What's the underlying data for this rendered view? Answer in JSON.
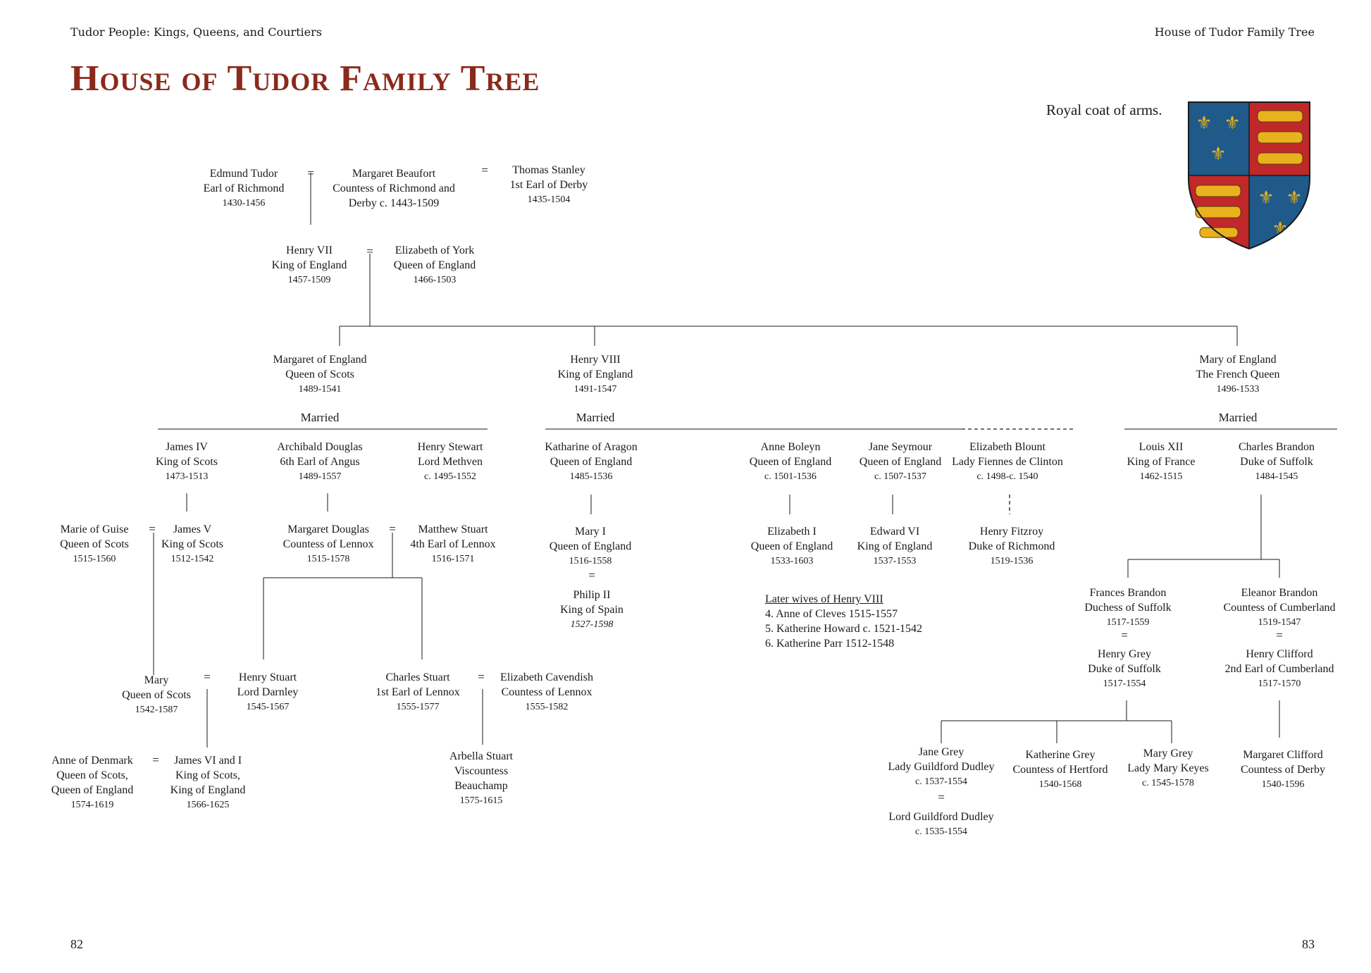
{
  "header": {
    "left": "Tudor People: Kings, Queens, and Courtiers",
    "right": "House of Tudor Family Tree"
  },
  "title": "House of Tudor Family Tree",
  "coat_of_arms": {
    "label": "Royal coat of arms.",
    "icon": "royal-coat-of-arms-icon",
    "colors": {
      "blue": "#1f5a8a",
      "red": "#c0282a",
      "gold": "#e8b21e"
    }
  },
  "page_numbers": {
    "left": "82",
    "right": "83"
  },
  "married_label": "Married",
  "marriage_symbol": "=",
  "people": {
    "edmund_tudor": [
      "Edmund Tudor",
      "Earl of Richmond",
      "1430-1456"
    ],
    "margaret_beaufort": [
      "Margaret Beaufort",
      "Countess of Richmond and",
      "Derby c. 1443-1509"
    ],
    "thomas_stanley": [
      "Thomas Stanley",
      "1st Earl of Derby",
      "1435-1504"
    ],
    "henry_vii": [
      "Henry VII",
      "King of England",
      "1457-1509"
    ],
    "elizabeth_york": [
      "Elizabeth of York",
      "Queen of England",
      "1466-1503"
    ],
    "margaret_england": [
      "Margaret of England",
      "Queen of Scots",
      "1489-1541"
    ],
    "henry_viii": [
      "Henry VIII",
      "King of England",
      "1491-1547"
    ],
    "mary_england": [
      "Mary of England",
      "The French Queen",
      "1496-1533"
    ],
    "james_iv": [
      "James IV",
      "King of Scots",
      "1473-1513"
    ],
    "archibald_douglas": [
      "Archibald Douglas",
      "6th Earl of Angus",
      "1489-1557"
    ],
    "henry_stewart": [
      "Henry Stewart",
      "Lord Methven",
      "c. 1495-1552"
    ],
    "katharine_aragon": [
      "Katharine of Aragon",
      "Queen of England",
      "1485-1536"
    ],
    "anne_boleyn": [
      "Anne Boleyn",
      "Queen of England",
      "c. 1501-1536"
    ],
    "jane_seymour": [
      "Jane Seymour",
      "Queen of England",
      "c. 1507-1537"
    ],
    "elizabeth_blount": [
      "Elizabeth Blount",
      "Lady Fiennes de Clinton",
      "c. 1498-c. 1540"
    ],
    "louis_xii": [
      "Louis XII",
      "King of France",
      "1462-1515"
    ],
    "charles_brandon": [
      "Charles Brandon",
      "Duke of Suffolk",
      "1484-1545"
    ],
    "marie_guise": [
      "Marie of Guise",
      "Queen of Scots",
      "1515-1560"
    ],
    "james_v": [
      "James V",
      "King of Scots",
      "1512-1542"
    ],
    "margaret_douglas": [
      "Margaret Douglas",
      "Countess of Lennox",
      "1515-1578"
    ],
    "matthew_stuart": [
      "Matthew Stuart",
      "4th Earl of Lennox",
      "1516-1571"
    ],
    "mary_i": [
      "Mary I",
      "Queen of England",
      "1516-1558"
    ],
    "philip_ii": [
      "Philip II",
      "King of Spain",
      "1527-1598"
    ],
    "elizabeth_i": [
      "Elizabeth I",
      "Queen of England",
      "1533-1603"
    ],
    "edward_vi": [
      "Edward VI",
      "King of England",
      "1537-1553"
    ],
    "henry_fitzroy": [
      "Henry Fitzroy",
      "Duke of Richmond",
      "1519-1536"
    ],
    "frances_brandon": [
      "Frances Brandon",
      "Duchess of Suffolk",
      "1517-1559"
    ],
    "henry_grey": [
      "Henry Grey",
      "Duke of Suffolk",
      "1517-1554"
    ],
    "eleanor_brandon": [
      "Eleanor Brandon",
      "Countess of Cumberland",
      "1519-1547"
    ],
    "henry_clifford": [
      "Henry Clifford",
      "2nd Earl of Cumberland",
      "1517-1570"
    ],
    "mary_scots": [
      "Mary",
      "Queen of Scots",
      "1542-1587"
    ],
    "henry_darnley": [
      "Henry Stuart",
      "Lord Darnley",
      "1545-1567"
    ],
    "charles_stuart": [
      "Charles Stuart",
      "1st Earl of Lennox",
      "1555-1577"
    ],
    "elizabeth_cavendish": [
      "Elizabeth Cavendish",
      "Countess of Lennox",
      "1555-1582"
    ],
    "anne_denmark": [
      "Anne of Denmark",
      "Queen of Scots,",
      "Queen of England",
      "1574-1619"
    ],
    "james_vi": [
      "James VI and I",
      "King of Scots,",
      "King of England",
      "1566-1625"
    ],
    "arbella_stuart": [
      "Arbella Stuart",
      "Viscountess",
      "Beauchamp",
      "1575-1615"
    ],
    "jane_grey": [
      "Jane Grey",
      "Lady Guildford Dudley",
      "c. 1537-1554"
    ],
    "guildford_dudley": [
      "Lord Guildford Dudley",
      "c. 1535-1554"
    ],
    "katherine_grey": [
      "Katherine Grey",
      "Countess of Hertford",
      "1540-1568"
    ],
    "mary_grey": [
      "Mary Grey",
      "Lady Mary Keyes",
      "c. 1545-1578"
    ],
    "margaret_clifford": [
      "Margaret Clifford",
      "Countess of Derby",
      "1540-1596"
    ]
  },
  "later_wives": {
    "title": "Later wives of Henry VIII",
    "items": [
      "4. Anne of Cleves 1515-1557",
      "5. Katherine Howard c. 1521-1542",
      "6. Katherine Parr 1512-1548"
    ]
  }
}
